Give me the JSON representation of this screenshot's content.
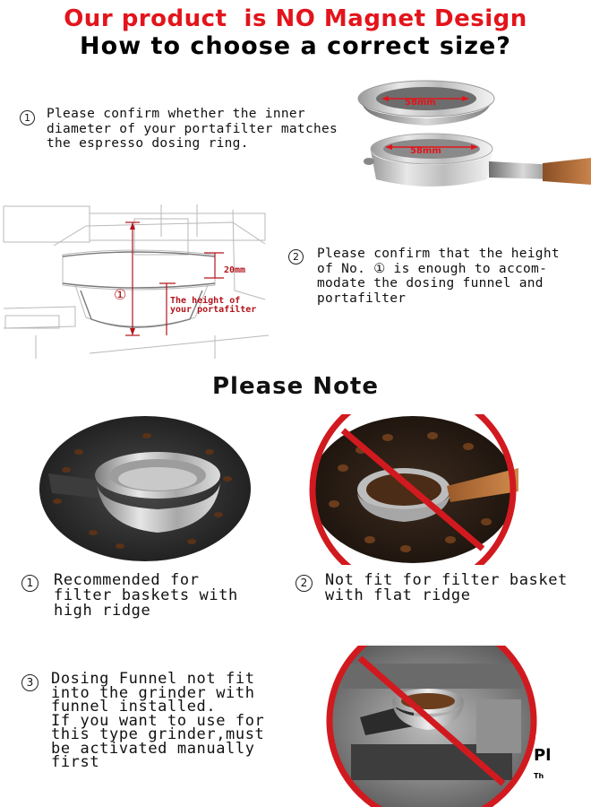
{
  "header": {
    "title_red": "Our product  is NO Magnet Design",
    "title_black": "How to choose a correct size?"
  },
  "step1": {
    "number": "1",
    "lines": [
      "Please confirm whether the inner",
      "diameter of your portafilter matches",
      "the espresso dosing ring."
    ],
    "ring_label": "58mm",
    "basket_label": "58mm"
  },
  "step2": {
    "number": "2",
    "lines": [
      "Please confirm that the height",
      "of No. ① is enough to accom-",
      "modate the dosing funnel and",
      "portafilter"
    ],
    "diagram": {
      "marker": "①",
      "funnel_height": "20mm",
      "portafilter_label_1": "The height of",
      "portafilter_label_2": "your portafilter"
    }
  },
  "note_title": "Please Note",
  "note1": {
    "number": "1",
    "lines": [
      "Recommended for",
      "filter baskets with",
      "high ridge"
    ]
  },
  "note2": {
    "number": "2",
    "lines": [
      "Not fit for filter basket",
      "with flat ridge"
    ]
  },
  "note3": {
    "number": "3",
    "lines": [
      "Dosing Funnel not fit",
      "into the grinder with",
      "funnel installed.",
      "If you want to use for",
      "this type grinder,must",
      "be activated manually",
      "first"
    ],
    "corner_text_1": "Pl",
    "corner_text_2": "Th"
  },
  "colors": {
    "accent_red": "#e3141b",
    "prohibit_red": "#d11a1f"
  }
}
